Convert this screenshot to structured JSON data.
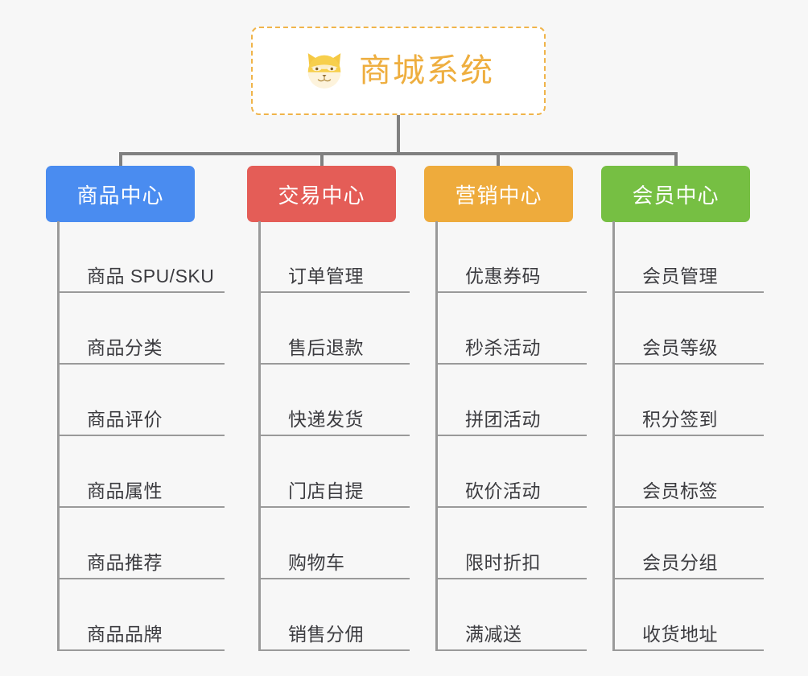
{
  "diagram": {
    "type": "mindmap-tree",
    "background_color": "#f7f7f7",
    "root": {
      "title": "商城系统",
      "icon": "shiba-dog-icon",
      "text_color": "#eeae3f",
      "border_color": "#f0b44a",
      "fill_color": "#ffffff"
    },
    "connector_color": "#808080",
    "leaf_line_color": "#9a9a9a",
    "leaf_text_color": "#3c3c40",
    "branches": [
      {
        "label": "商品中心",
        "color": "#4a8cf0",
        "items": [
          "商品 SPU/SKU",
          "商品分类",
          "商品评价",
          "商品属性",
          "商品推荐",
          "商品品牌"
        ]
      },
      {
        "label": "交易中心",
        "color": "#e45d57",
        "items": [
          "订单管理",
          "售后退款",
          "快递发货",
          "门店自提",
          "购物车",
          "销售分佣"
        ]
      },
      {
        "label": "营销中心",
        "color": "#eeab3c",
        "items": [
          "优惠券码",
          "秒杀活动",
          "拼团活动",
          "砍价活动",
          "限时折扣",
          "满减送"
        ]
      },
      {
        "label": "会员中心",
        "color": "#76bf43",
        "items": [
          "会员管理",
          "会员等级",
          "积分签到",
          "会员标签",
          "会员分组",
          "收货地址"
        ]
      }
    ]
  }
}
